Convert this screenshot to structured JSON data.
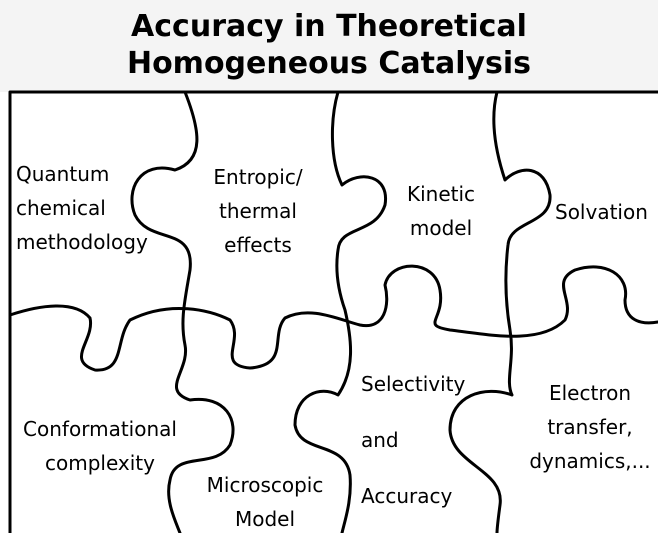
{
  "title": {
    "line1": "Accuracy in Theoretical",
    "line2": "Homogeneous Catalysis"
  },
  "pieces": {
    "quantum": [
      "Quantum",
      "chemical",
      "methodology"
    ],
    "entropic": [
      "Entropic/",
      "thermal",
      "effects"
    ],
    "kinetic": [
      "Kinetic",
      "model"
    ],
    "solvation": [
      "Solvation"
    ],
    "conformational": [
      "Conformational",
      "complexity"
    ],
    "microscopic": [
      "Microscopic",
      "Model"
    ],
    "selectivity": [
      "Selectivity",
      "and",
      "Accuracy"
    ],
    "electron": [
      "Electron",
      "transfer,",
      "dynamics,..."
    ]
  }
}
